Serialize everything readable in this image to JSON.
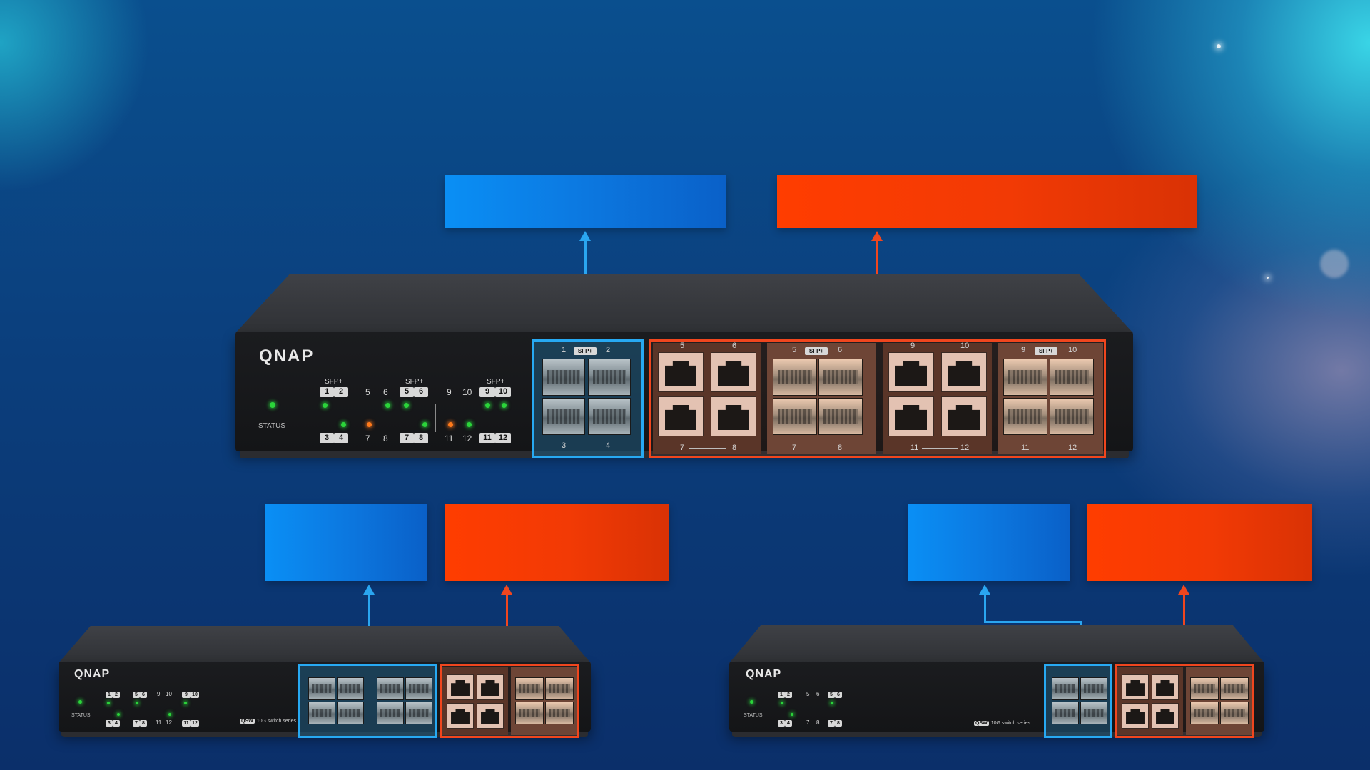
{
  "switches": {
    "large": {
      "logo": "QNAP",
      "status_label": "STATUS",
      "led_groups": [
        {
          "tag": "SFP+",
          "top": [
            "1",
            "2"
          ],
          "bottom": [
            "3",
            "4"
          ]
        },
        {
          "tag": "SFP+",
          "top_plain": [
            "5",
            "6"
          ],
          "top": [
            "5",
            "6"
          ],
          "bottom_plain": [
            "7",
            "8"
          ],
          "bottom": [
            "7",
            "8"
          ]
        },
        {
          "tag": "SFP+",
          "top_plain": [
            "9",
            "10"
          ],
          "top": [
            "9",
            "10"
          ],
          "bottom_plain": [
            "11",
            "12"
          ],
          "bottom": [
            "11",
            "12"
          ]
        }
      ],
      "sfp_block": {
        "tag": "SFP+",
        "top": [
          "1",
          "2"
        ],
        "bottom": [
          "3",
          "4"
        ]
      },
      "combo_blocks": [
        {
          "rj_top": [
            "5",
            "6"
          ],
          "rj_bottom": [
            "7",
            "8"
          ],
          "sfp_tag": "SFP+",
          "sfp_top": [
            "5",
            "6"
          ],
          "sfp_bottom": [
            "7",
            "8"
          ]
        },
        {
          "rj_top": [
            "9",
            "10"
          ],
          "rj_bottom": [
            "11",
            "12"
          ],
          "sfp_tag": "SFP+",
          "sfp_top": [
            "9",
            "10"
          ],
          "sfp_bottom": [
            "11",
            "12"
          ]
        }
      ]
    },
    "small_left": {
      "logo": "QNAP",
      "status_label": "STATUS",
      "series_badge": "QSW",
      "series_text": "10G switch series",
      "nums": [
        "1",
        "2",
        "3",
        "4",
        "5",
        "6",
        "7",
        "8",
        "9",
        "10",
        "11",
        "12"
      ]
    },
    "small_right": {
      "logo": "QNAP",
      "status_label": "STATUS",
      "series_badge": "QSW",
      "series_text": "10G switch series",
      "nums": [
        "1",
        "2",
        "3",
        "4",
        "5",
        "6",
        "7",
        "8"
      ]
    }
  },
  "colors": {
    "blue_accent": "#0c78e0",
    "red_accent": "#f23a05",
    "led_green": "#2bd43a",
    "led_orange": "#ff7a1a"
  }
}
